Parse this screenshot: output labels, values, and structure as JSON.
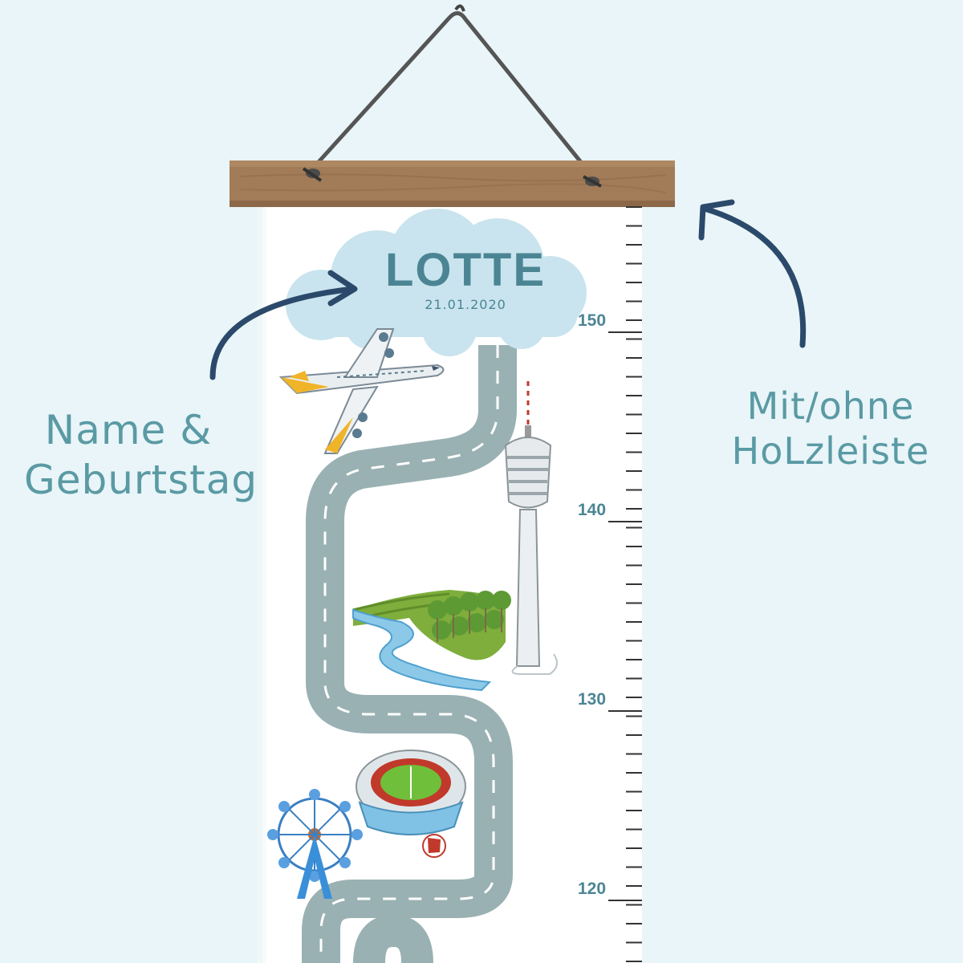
{
  "card": {
    "name": "LOTTE",
    "date": "21.01.2020"
  },
  "annotations": {
    "left_line1": "Name &",
    "left_line2": "Geburtstag",
    "right_line1": "Mit/ohne",
    "right_line2": "HoLzleiste"
  },
  "ruler": {
    "labels": [
      "150",
      "140",
      "130",
      "120"
    ]
  },
  "colors": {
    "background": "#e9f5f8",
    "accent_teal": "#4b8594",
    "annotation_text": "#5a9aa4",
    "arrow_navy": "#2b4a6b",
    "wood": "#9c7452",
    "road": "#9ab1b3",
    "cloud": "#c9e4ee"
  },
  "icons": [
    "hanging-cord-icon",
    "wooden-bar-icon",
    "cloud-icon",
    "airplane-icon",
    "tv-tower-icon",
    "vineyard-river-icon",
    "stadium-icon",
    "ferris-wheel-icon",
    "football-icon",
    "road-icon",
    "arrow-left-icon",
    "arrow-right-icon"
  ]
}
